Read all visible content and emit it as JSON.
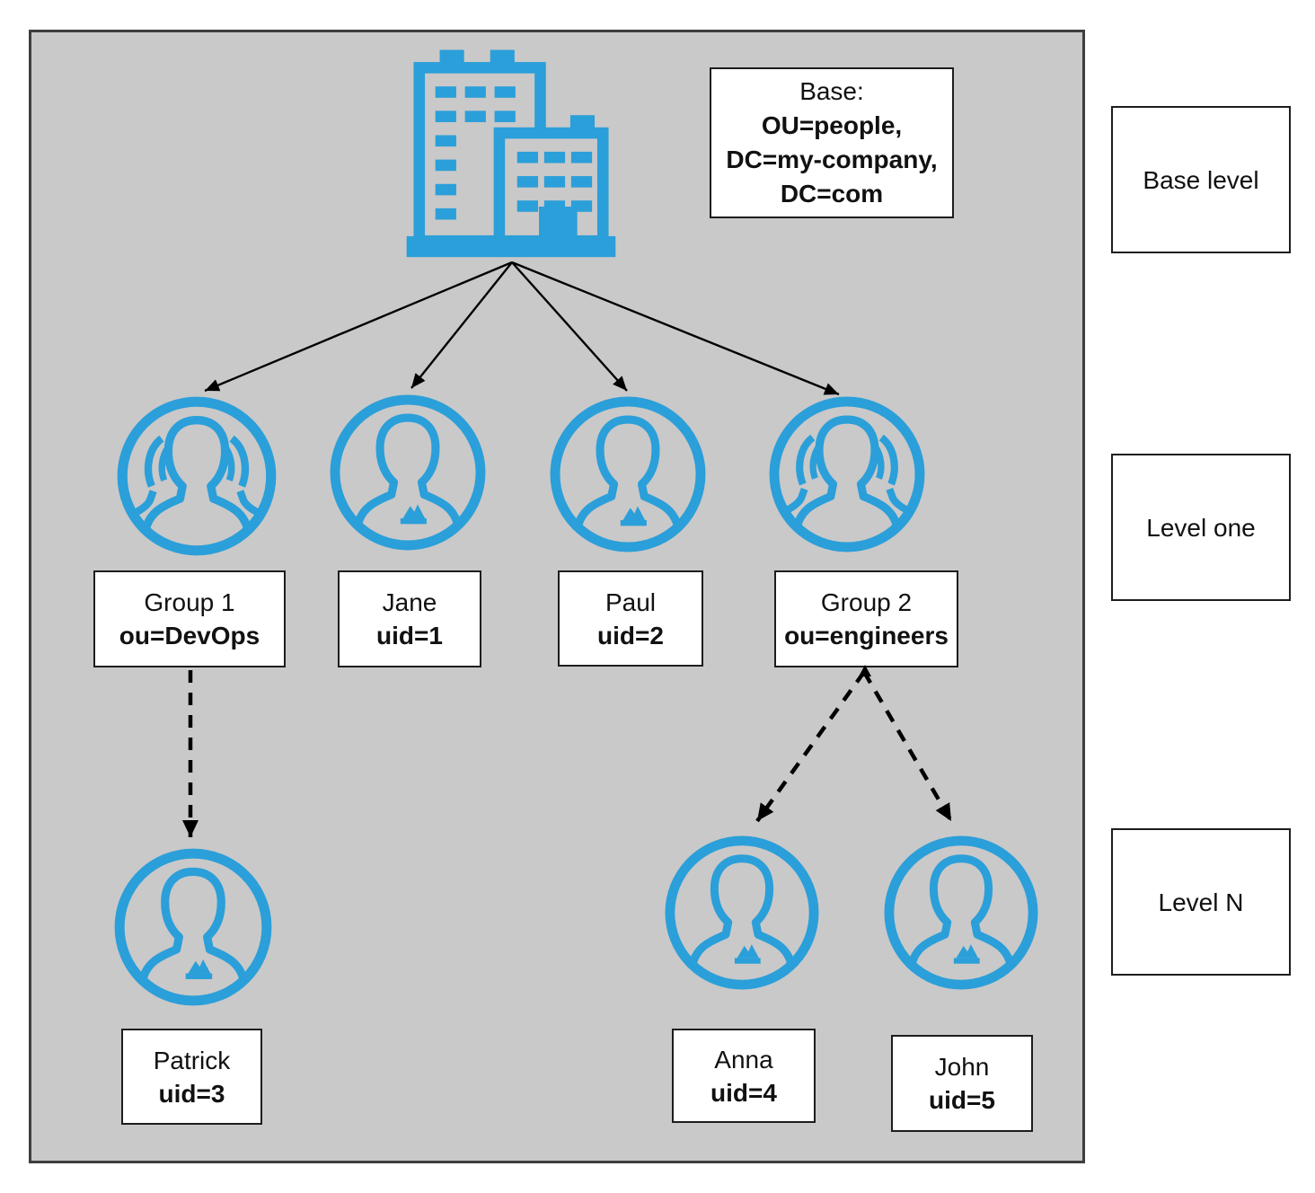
{
  "colors": {
    "accent": "#2B9FD9",
    "canvas": "#C9C9C9",
    "line": "#000000",
    "box-border": "#1d1d1d",
    "frame-border": "#3e3e3e"
  },
  "base_box": {
    "title": "Base:",
    "line1": "OU=people,",
    "line2": "DC=my-company,",
    "line3": "DC=com"
  },
  "nodes": [
    {
      "id": "group1",
      "kind": "group",
      "name": "Group 1",
      "attr": "ou=DevOps"
    },
    {
      "id": "jane",
      "kind": "person",
      "name": "Jane",
      "attr": "uid=1"
    },
    {
      "id": "paul",
      "kind": "person",
      "name": "Paul",
      "attr": "uid=2"
    },
    {
      "id": "group2",
      "kind": "group",
      "name": "Group 2",
      "attr": "ou=engineers"
    },
    {
      "id": "patrick",
      "kind": "person",
      "name": "Patrick",
      "attr": "uid=3"
    },
    {
      "id": "anna",
      "kind": "person",
      "name": "Anna",
      "attr": "uid=4"
    },
    {
      "id": "john",
      "kind": "person",
      "name": "John",
      "attr": "uid=5"
    }
  ],
  "levels": [
    {
      "label": "Base level"
    },
    {
      "label": "Level one"
    },
    {
      "label": "Level N"
    }
  ],
  "icons": {
    "base": "organization-buildings-icon",
    "person": "person-icon",
    "group": "group-people-icon"
  }
}
